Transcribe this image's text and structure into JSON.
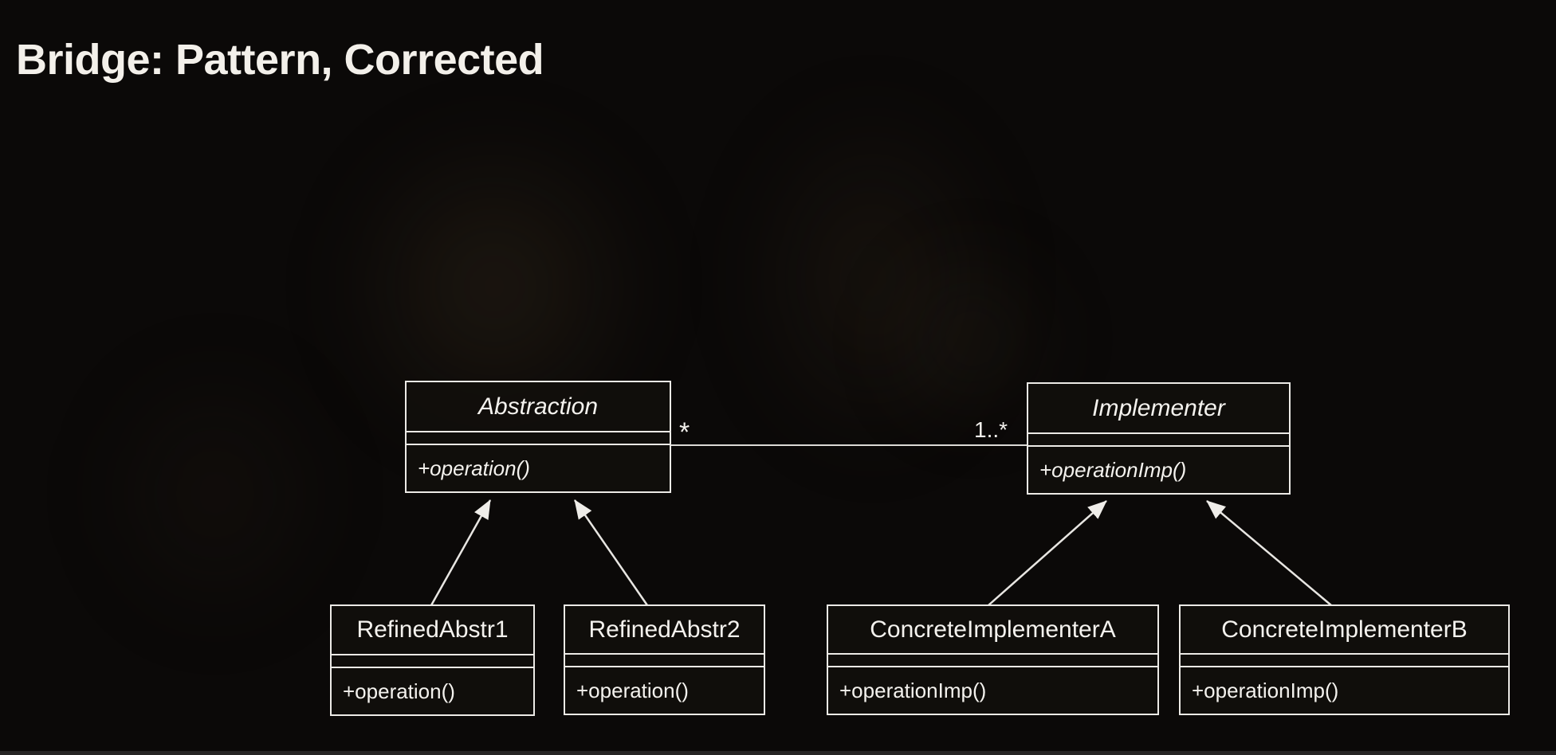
{
  "title": "Bridge: Pattern, Corrected",
  "diagram": {
    "association": {
      "left_multiplicity": "*",
      "right_multiplicity": "1..*"
    },
    "classes": [
      {
        "name": "Abstraction",
        "abstract": true,
        "operations": [
          "+operation()"
        ]
      },
      {
        "name": "Implementer",
        "abstract": true,
        "operations": [
          "+operationImp()"
        ]
      },
      {
        "name": "RefinedAbstr1",
        "abstract": false,
        "operations": [
          "+operation()"
        ]
      },
      {
        "name": "RefinedAbstr2",
        "abstract": false,
        "operations": [
          "+operation()"
        ]
      },
      {
        "name": "ConcreteImplementerA",
        "abstract": false,
        "operations": [
          "+operationImp()"
        ]
      },
      {
        "name": "ConcreteImplementerB",
        "abstract": false,
        "operations": [
          "+operationImp()"
        ]
      }
    ],
    "relationships": [
      {
        "type": "association",
        "from": "Abstraction",
        "to": "Implementer"
      },
      {
        "type": "generalization",
        "from": "RefinedAbstr1",
        "to": "Abstraction"
      },
      {
        "type": "generalization",
        "from": "RefinedAbstr2",
        "to": "Abstraction"
      },
      {
        "type": "generalization",
        "from": "ConcreteImplementerA",
        "to": "Implementer"
      },
      {
        "type": "generalization",
        "from": "ConcreteImplementerB",
        "to": "Implementer"
      }
    ]
  },
  "colors": {
    "background": "#0b0908",
    "box_border": "#eceae6",
    "text": "#f4f2ee",
    "line": "#dcdad6"
  }
}
